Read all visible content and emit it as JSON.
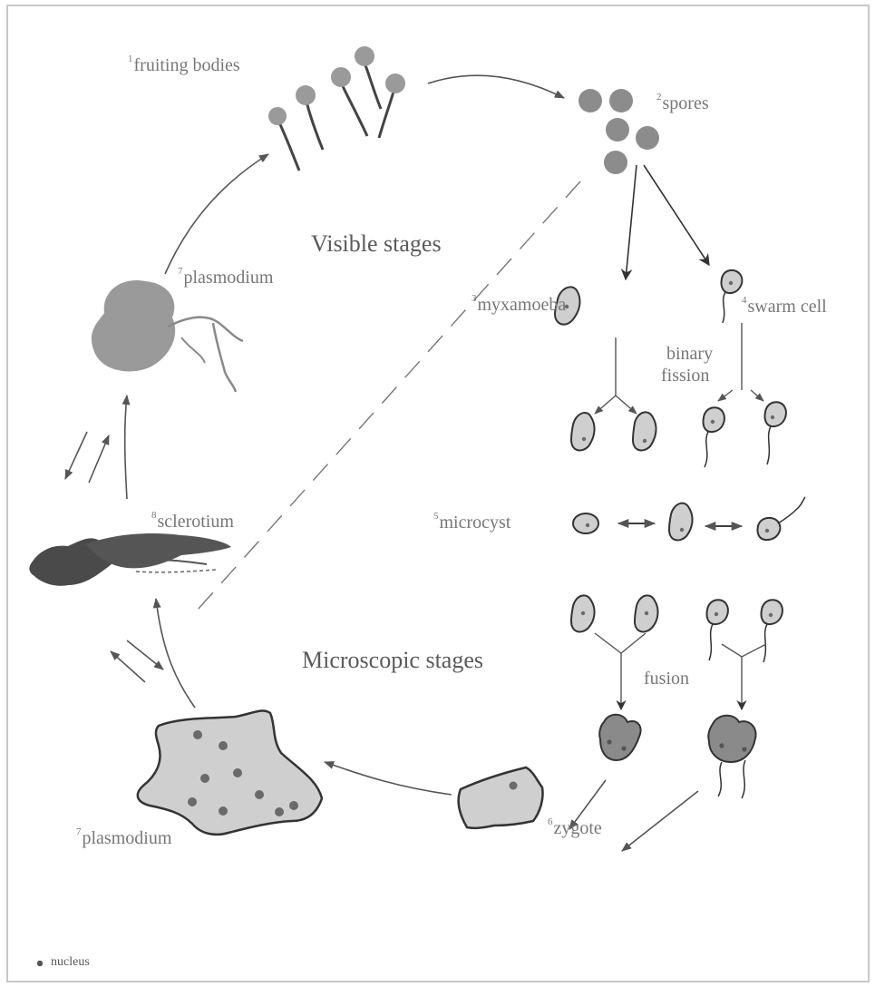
{
  "headings": {
    "visible": "Visible stages",
    "microscopic": "Microscopic stages"
  },
  "stages": {
    "fruiting_bodies": {
      "num": "1",
      "label": "fruiting bodies"
    },
    "spores": {
      "num": "2",
      "label": "spores"
    },
    "myxamoeba": {
      "num": "3",
      "label": "myxamoeba"
    },
    "swarm_cell": {
      "num": "4",
      "label": "swarm cell"
    },
    "microcyst": {
      "num": "5",
      "label": "microcyst"
    },
    "zygote": {
      "num": "6",
      "label": "zygote"
    },
    "plasmodium_micro": {
      "num": "7",
      "label": "plasmodium"
    },
    "plasmodium_visible": {
      "num": "7",
      "label": "plasmodium"
    },
    "sclerotium": {
      "num": "8",
      "label": "sclerotium"
    }
  },
  "process_labels": {
    "binary_fission_1": "binary",
    "binary_fission_2": "fission",
    "fusion": "fusion"
  },
  "legend": {
    "nucleus": "nucleus"
  },
  "colors": {
    "frame": "#c8c8c8",
    "arrow": "#555555",
    "cell_fill": "#cfcfcf",
    "spore_fill": "#8c8c8c",
    "nucleus": "#6a6a6a",
    "label_text": "#777777"
  }
}
